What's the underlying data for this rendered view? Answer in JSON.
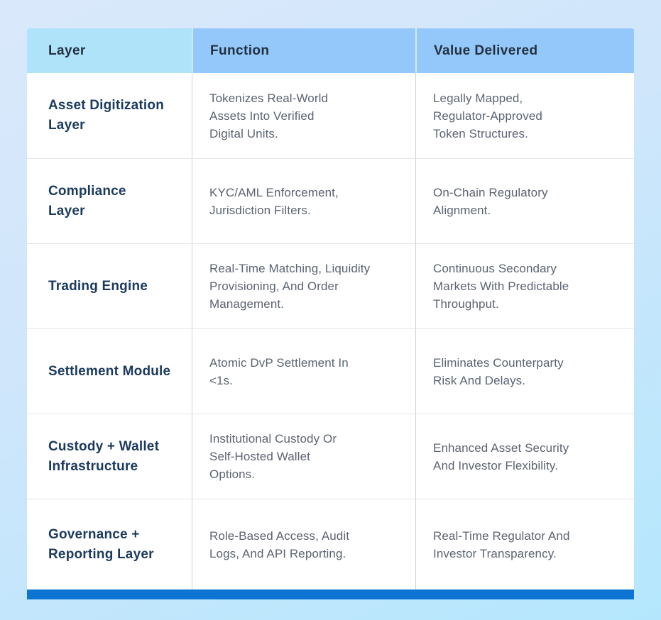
{
  "table": {
    "headers": [
      {
        "label": "Layer"
      },
      {
        "label": "Function"
      },
      {
        "label": "Value Delivered"
      }
    ],
    "rows": [
      {
        "layer": "Asset Digitization\nLayer",
        "function": "Tokenizes Real-World\nAssets Into Verified\nDigital Units.",
        "value": "Legally Mapped,\nRegulator-Approved\nToken Structures."
      },
      {
        "layer": "Compliance\nLayer",
        "function": "KYC/AML Enforcement,\nJurisdiction Filters.",
        "value": "On-Chain Regulatory\nAlignment."
      },
      {
        "layer": "Trading Engine",
        "function": "Real-Time Matching, Liquidity\nProvisioning, And Order\nManagement.",
        "value": "Continuous Secondary\nMarkets With Predictable\nThroughput."
      },
      {
        "layer": "Settlement Module",
        "function": "Atomic DvP Settlement In\n<1s.",
        "value": "Eliminates Counterparty\nRisk And Delays."
      },
      {
        "layer": "Custody + Wallet\nInfrastructure",
        "function": "Institutional Custody Or\nSelf-Hosted Wallet\nOptions.",
        "value": "Enhanced Asset Security\nAnd Investor Flexibility."
      },
      {
        "layer": "Governance +\nReporting Layer",
        "function": "Role-Based Access, Audit\nLogs, And API Reporting.",
        "value": "Real-Time Regulator And\nInvestor Transparency."
      }
    ]
  },
  "colors": {
    "page_gradient_start": "#dae8fb",
    "page_gradient_end": "#b4e7fd",
    "header_layer_bg": "#aee3fa",
    "header_other_bg": "#94c8fa",
    "header_text": "#23303e",
    "layer_column_text": "#1b3a5e",
    "body_text": "#5a6472",
    "row_background": "#ffffff",
    "divider": "#ccd3da",
    "row_separator": "#e2e6ea",
    "footer_bar": "#0e74d4"
  }
}
